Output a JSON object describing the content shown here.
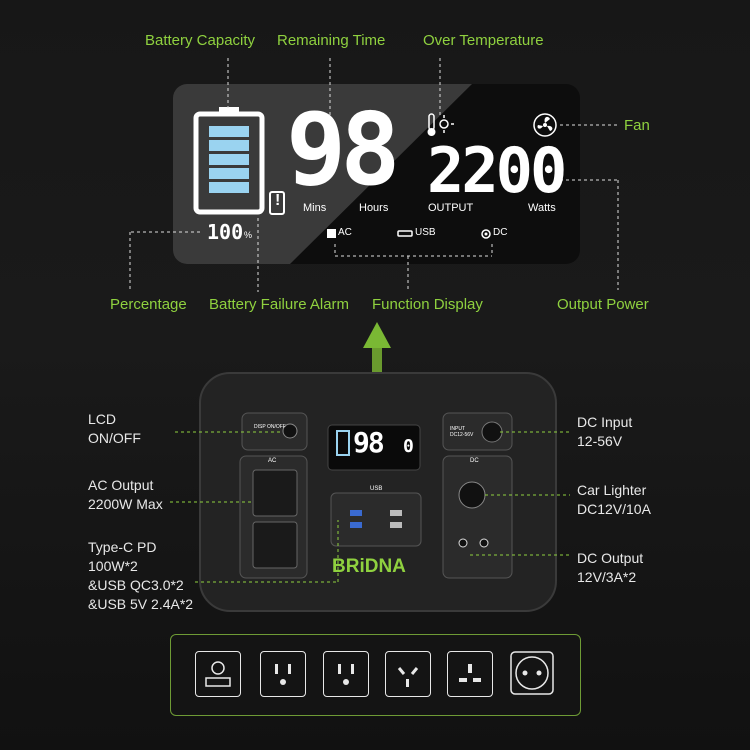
{
  "callouts": {
    "battery_capacity": "Battery Capacity",
    "remaining_time": "Remaining Time",
    "over_temperature": "Over Temperature",
    "fan": "Fan",
    "percentage": "Percentage",
    "battery_failure_alarm": "Battery Failure Alarm",
    "function_display": "Function Display",
    "output_power": "Output Power"
  },
  "display": {
    "time_value": "98",
    "mins_label": "Mins",
    "hours_label": "Hours",
    "output_value": "2200",
    "output_label": "OUTPUT",
    "watts_label": "Watts",
    "percent_value": "100",
    "percent_unit": "%",
    "alarm_symbol": "!",
    "ac_label": "AC",
    "usb_label": "USB",
    "dc_label": "DC"
  },
  "device": {
    "brand": "BRiDNA",
    "lcd_button_label": "DISP ON/OFF",
    "ac_button_label": "AC",
    "usb_button_label": "USB",
    "dc_button_label": "DC",
    "input_label": "INPUT DC12-56V",
    "mini_display_time": "98",
    "mini_display_out": "0"
  },
  "left_labels": {
    "lcd": [
      "LCD",
      "ON/OFF"
    ],
    "ac_output": [
      "AC Output",
      "2200W Max"
    ],
    "typec": [
      "Type-C PD",
      "100W*2",
      "&USB QC3.0*2",
      "&USB 5V 2.4A*2"
    ]
  },
  "right_labels": {
    "dc_input": [
      "DC Input",
      "12-56V"
    ],
    "car_lighter": [
      "Car Lighter",
      "DC12V/10A"
    ],
    "dc_output": [
      "DC Output",
      "12V/3A*2"
    ]
  },
  "icons": {
    "fan": "fan-icon",
    "thermometer": "thermometer-icon",
    "battery": "battery-icon"
  },
  "colors": {
    "accent_green": "#8fd13f",
    "panel_dark": "#0f0f0f",
    "panel_grey": "#3a3a3a"
  }
}
